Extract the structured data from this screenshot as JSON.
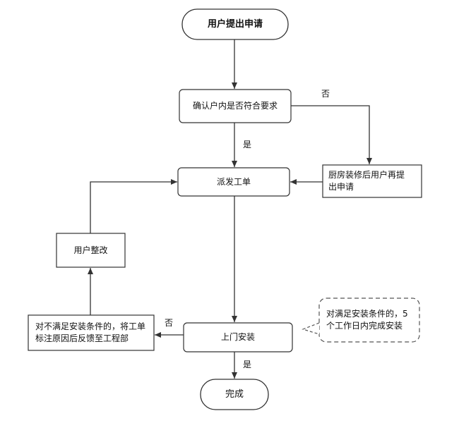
{
  "nodes": {
    "start": "用户提出申请",
    "confirm": "确认户内是否符合要求",
    "dispatch": "派发工单",
    "kitchen_line1": "厨房装修后用户再提",
    "kitchen_line2": "出申请",
    "rectify": "用户整改",
    "install": "上门安装",
    "reject_line1": "对不满足安装条件的，将工单",
    "reject_line2": "标注原因后反馈至工程部",
    "done": "完成",
    "note_line1": "对满足安装条件的，5",
    "note_line2": "个工作日内完成安装"
  },
  "edge_labels": {
    "confirm_no": "否",
    "confirm_yes": "是",
    "install_no": "否",
    "install_yes": "是"
  },
  "colors": {
    "stroke": "#333333",
    "background": "#ffffff"
  }
}
